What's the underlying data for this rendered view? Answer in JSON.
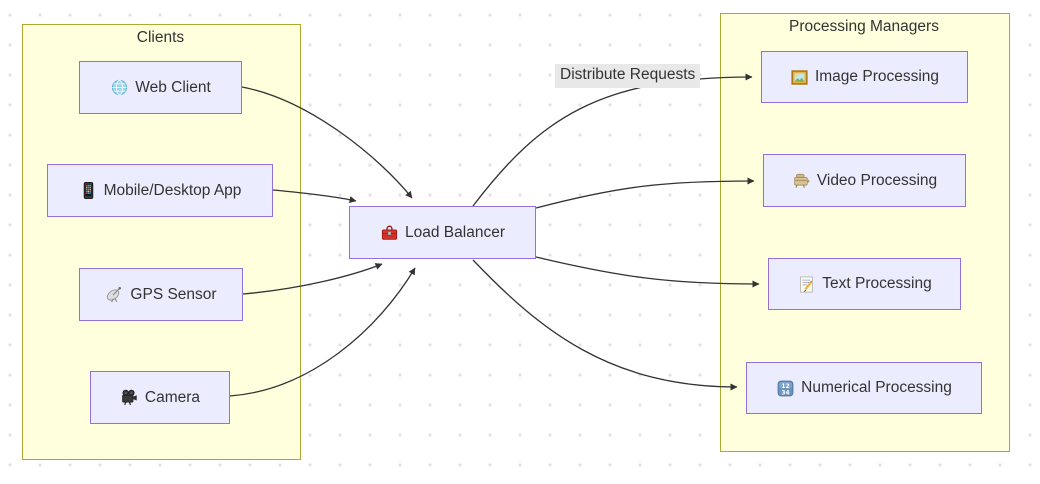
{
  "diagram": {
    "clusters": {
      "clients": {
        "title": "Clients",
        "nodes": [
          {
            "label": "Web Client",
            "icon": "globe-icon"
          },
          {
            "label": "Mobile/Desktop App",
            "icon": "mobile-phone-icon"
          },
          {
            "label": "GPS Sensor",
            "icon": "satellite-antenna-icon"
          },
          {
            "label": "Camera",
            "icon": "movie-camera-icon"
          }
        ]
      },
      "processing": {
        "title": "Processing Managers",
        "nodes": [
          {
            "label": "Image Processing",
            "icon": "framed-picture-icon"
          },
          {
            "label": "Video Processing",
            "icon": "film-projector-icon"
          },
          {
            "label": "Text Processing",
            "icon": "memo-pencil-icon"
          },
          {
            "label": "Numerical Processing",
            "icon": "input-numbers-icon"
          }
        ]
      }
    },
    "center_node": {
      "label": "Load Balancer",
      "icon": "toolbox-icon"
    },
    "edges": [
      {
        "from": "Web Client",
        "to": "Load Balancer"
      },
      {
        "from": "Mobile/Desktop App",
        "to": "Load Balancer"
      },
      {
        "from": "GPS Sensor",
        "to": "Load Balancer"
      },
      {
        "from": "Camera",
        "to": "Load Balancer"
      },
      {
        "from": "Load Balancer",
        "to": "Image Processing",
        "label": "Distribute Requests"
      },
      {
        "from": "Load Balancer",
        "to": "Video Processing"
      },
      {
        "from": "Load Balancer",
        "to": "Text Processing"
      },
      {
        "from": "Load Balancer",
        "to": "Numerical Processing"
      }
    ],
    "colors": {
      "node_fill": "#ECECFF",
      "node_border": "#9370DB",
      "cluster_fill": "#ffffde",
      "cluster_border": "#aaaa33",
      "edge": "#333333",
      "edge_label_bg": "#e8e8e8",
      "text": "#333333",
      "dot_grid": "#e3e3e3"
    }
  }
}
